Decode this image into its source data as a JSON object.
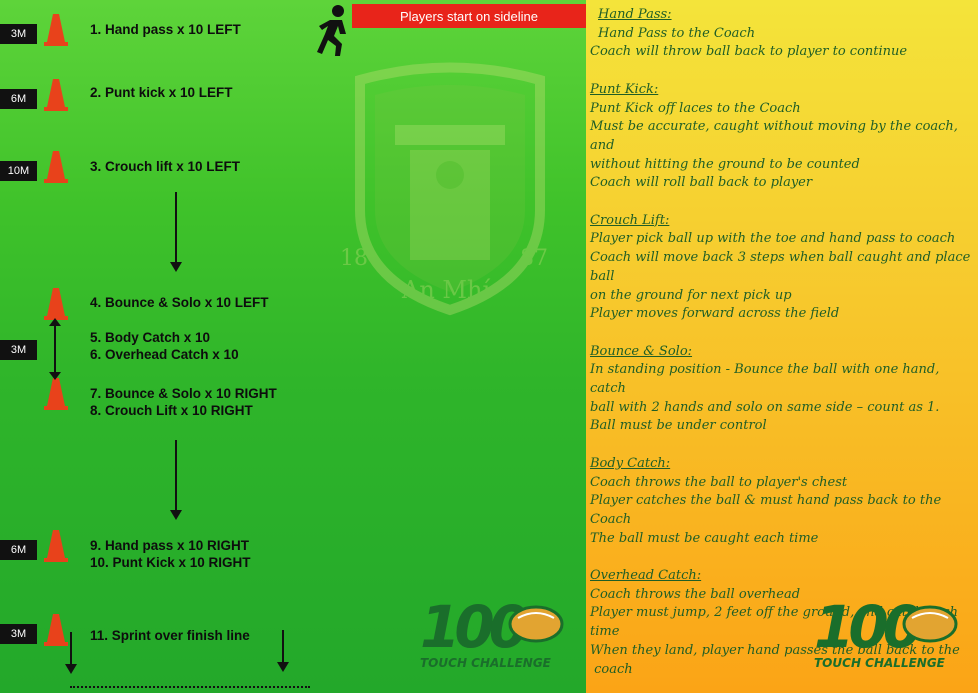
{
  "banner": "Players start on sideline",
  "drills": [
    {
      "text": "1. Hand pass x 10 LEFT"
    },
    {
      "text": "2. Punt kick x 10 LEFT"
    },
    {
      "text": "3. Crouch lift x 10 LEFT"
    },
    {
      "text": "4. Bounce & Solo x 10 LEFT"
    },
    {
      "text": "5. Body Catch x 10"
    },
    {
      "text": "6. Overhead Catch x 10"
    },
    {
      "text": "7. Bounce & Solo x 10 RIGHT"
    },
    {
      "text": "8. Crouch Lift x 10 RIGHT"
    },
    {
      "text": "9. Hand pass x 10 RIGHT"
    },
    {
      "text": "10. Punt Kick x 10 RIGHT"
    },
    {
      "text": "11. Sprint over finish line"
    }
  ],
  "distances": [
    "3M",
    "6M",
    "10M",
    "3M",
    "6M",
    "3M"
  ],
  "crest": {
    "year_left": "18",
    "year_right": "87",
    "motto": "An Mhí"
  },
  "logo": {
    "number": "100",
    "caption": "TOUCH CHALLENGE"
  },
  "instructions": {
    "hand_pass": {
      "heading": "Hand Pass:",
      "lines": [
        "Hand Pass to the Coach",
        "Coach will throw ball back to player to continue"
      ]
    },
    "punt_kick": {
      "heading": "Punt Kick:",
      "lines": [
        "Punt Kick off laces to the Coach",
        "Must be accurate, caught without moving by the coach, and",
        "without hitting the ground to be counted",
        "Coach will roll ball back to player"
      ]
    },
    "crouch_lift": {
      "heading": "Crouch Lift:",
      "lines": [
        "Player pick ball up with the toe and hand pass to coach",
        "Coach will move back 3 steps when ball caught and place ball",
        "on the ground for next pick up",
        "Player moves forward across the field"
      ]
    },
    "bounce_solo": {
      "heading": "Bounce & Solo:",
      "lines": [
        "In standing position - Bounce the ball with one hand, catch",
        "ball with 2 hands and solo on same side – count as 1.",
        "Ball must be under control"
      ]
    },
    "body_catch": {
      "heading": "Body Catch:",
      "lines": [
        "Coach throws the ball to player's chest",
        "Player catches the ball & must hand pass back to the Coach",
        "The ball must be caught each time"
      ]
    },
    "overhead_catch": {
      "heading": "Overhead Catch:",
      "lines": [
        "Coach throws the ball overhead",
        "Player must jump, 2 feet off the ground, and catch each time",
        "When they land, player hand passes the ball back to the",
        " coach"
      ]
    }
  },
  "colors": {
    "cone": "#e8421b",
    "banner": "#e8241a",
    "text_green": "#1f5e26"
  },
  "icons": [
    "running-man-icon",
    "cone-icon",
    "arrow-down-icon",
    "double-arrow-icon"
  ]
}
